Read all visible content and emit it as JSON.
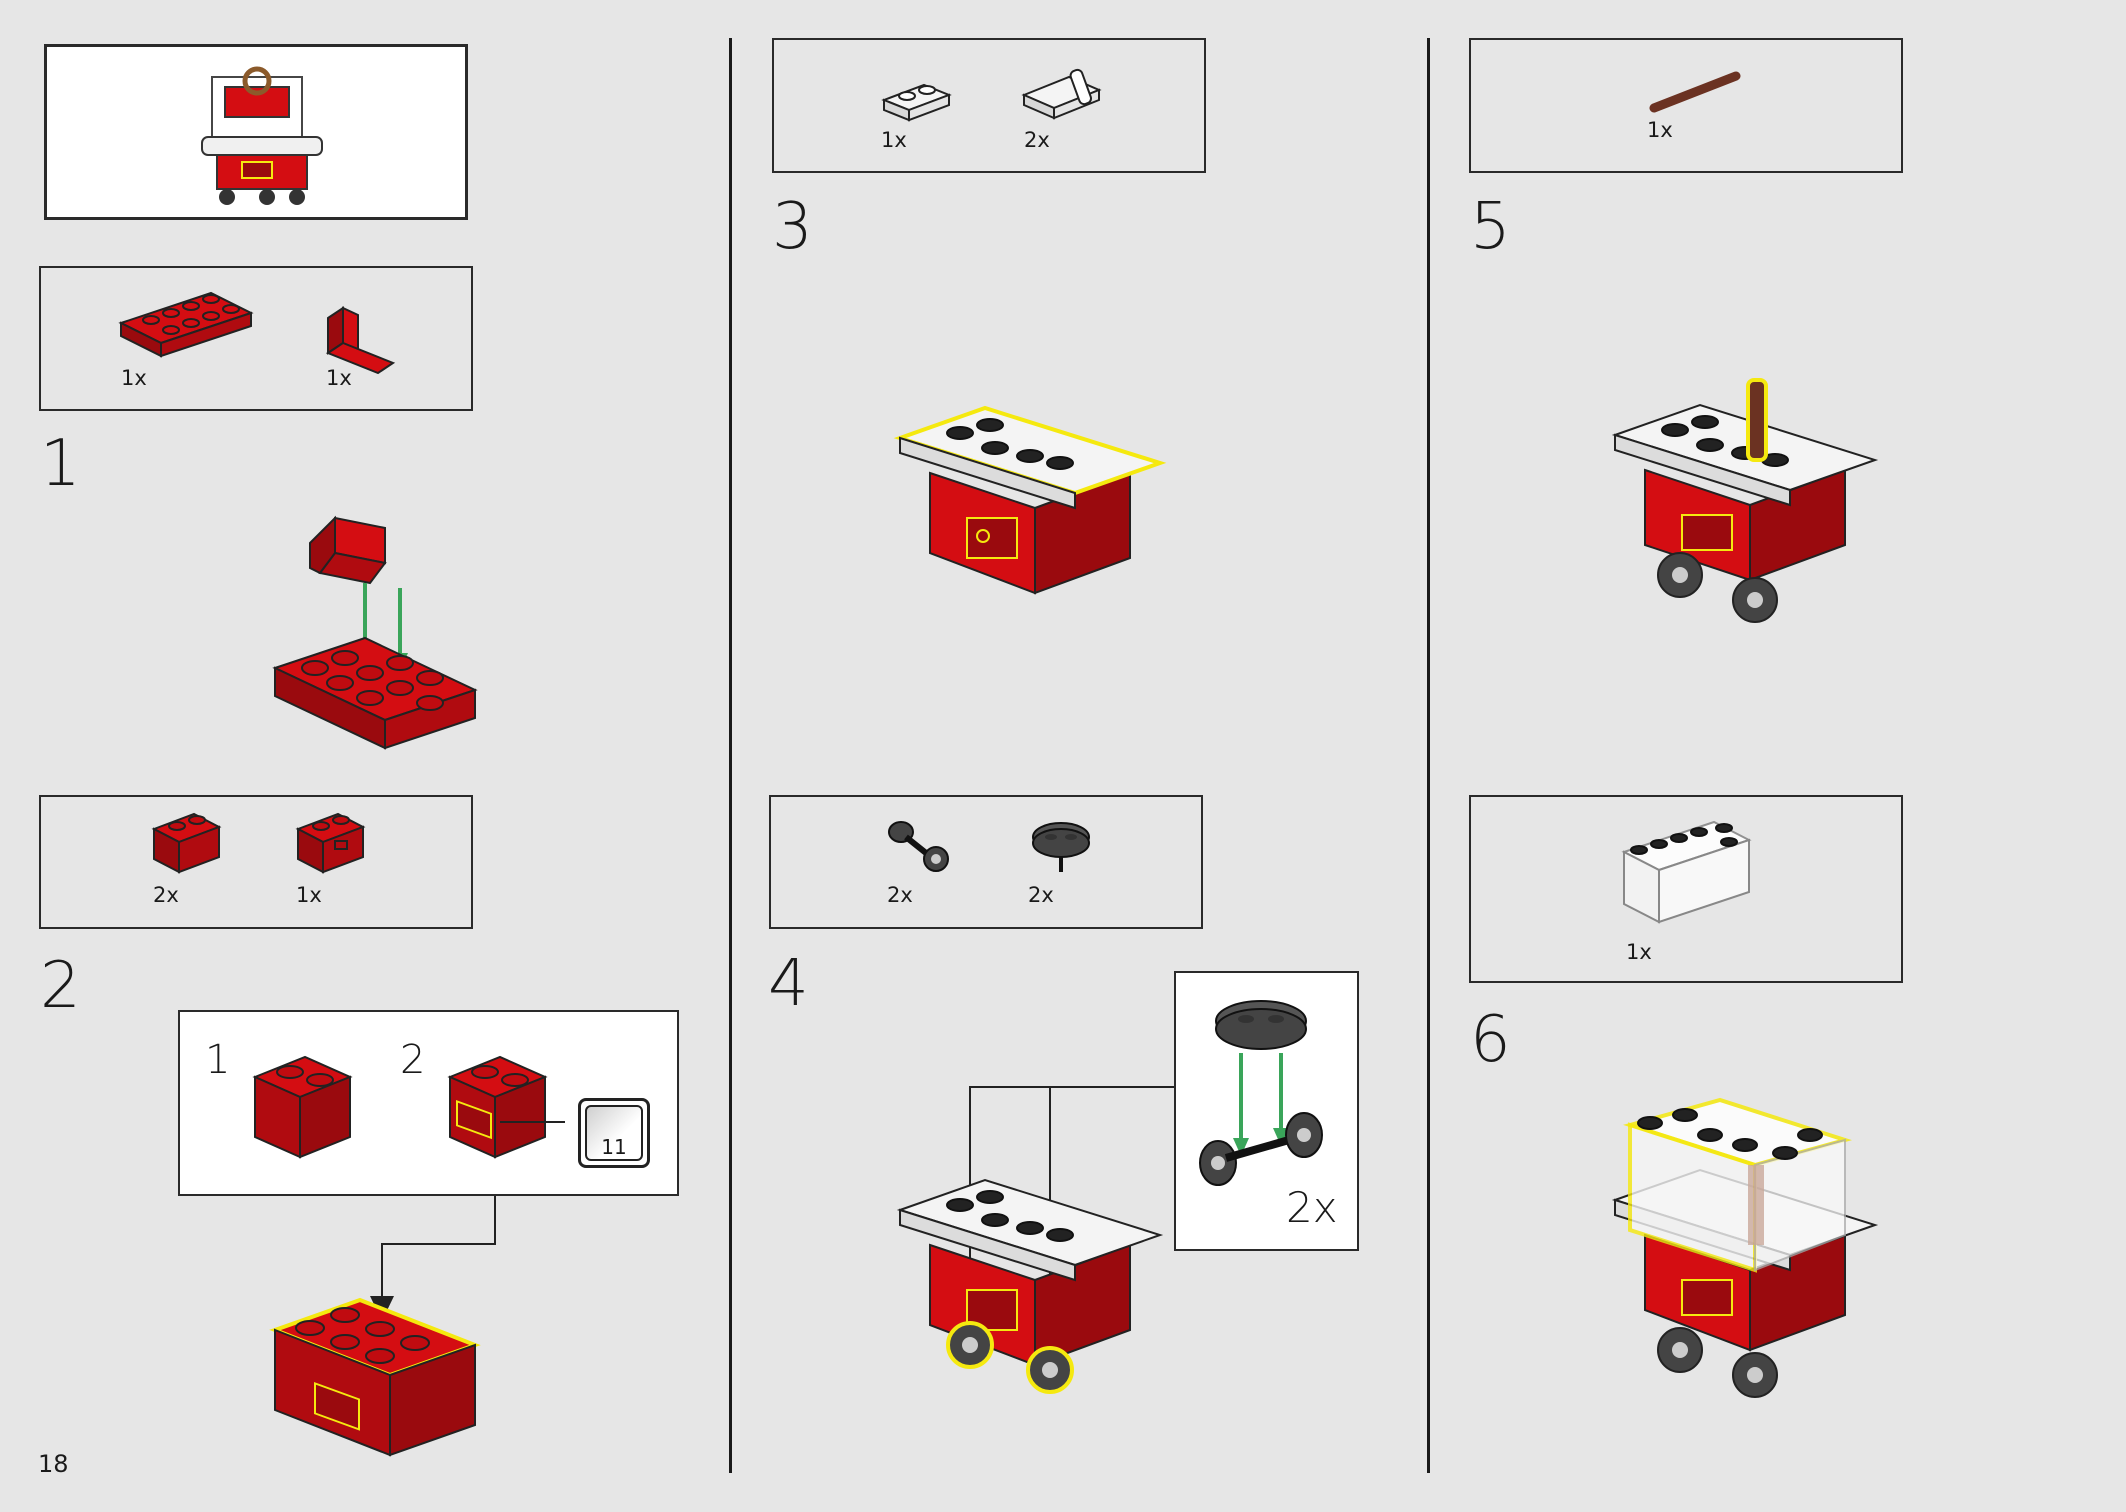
{
  "page": {
    "number": "18"
  },
  "columns": [
    {
      "steps": [
        {
          "number": "1",
          "parts": [
            {
              "qty": "1x",
              "part": "red-plate-2x4"
            },
            {
              "qty": "1x",
              "part": "red-bracket"
            }
          ]
        },
        {
          "number": "2",
          "parts": [
            {
              "qty": "2x",
              "part": "red-brick-1x2"
            },
            {
              "qty": "1x",
              "part": "red-brick-with-clip"
            }
          ],
          "substeps": [
            {
              "number": "1"
            },
            {
              "number": "2"
            }
          ],
          "sticker": {
            "number": "11"
          }
        }
      ]
    },
    {
      "steps": [
        {
          "number": "3",
          "parts": [
            {
              "qty": "1x",
              "part": "white-plate-1x2"
            },
            {
              "qty": "2x",
              "part": "white-plate-with-bar"
            }
          ]
        },
        {
          "number": "4",
          "parts": [
            {
              "qty": "2x",
              "part": "wheel-axle"
            },
            {
              "qty": "2x",
              "part": "dark-grey-round-plate"
            }
          ],
          "callout": {
            "multiplier": "2x"
          }
        }
      ]
    },
    {
      "steps": [
        {
          "number": "5",
          "parts": [
            {
              "qty": "1x",
              "part": "brown-bar"
            }
          ]
        },
        {
          "number": "6",
          "parts": [
            {
              "qty": "1x",
              "part": "transparent-windscreen"
            }
          ]
        }
      ]
    }
  ],
  "colors": {
    "red": "#d40d12",
    "dark_red": "#9a0a0e",
    "highlight": "#f5e90f",
    "arrow_green": "#3aa55a",
    "background": "#e6e6e6",
    "brown": "#6b3222"
  },
  "preview": {
    "model": "pretzel-cart"
  }
}
